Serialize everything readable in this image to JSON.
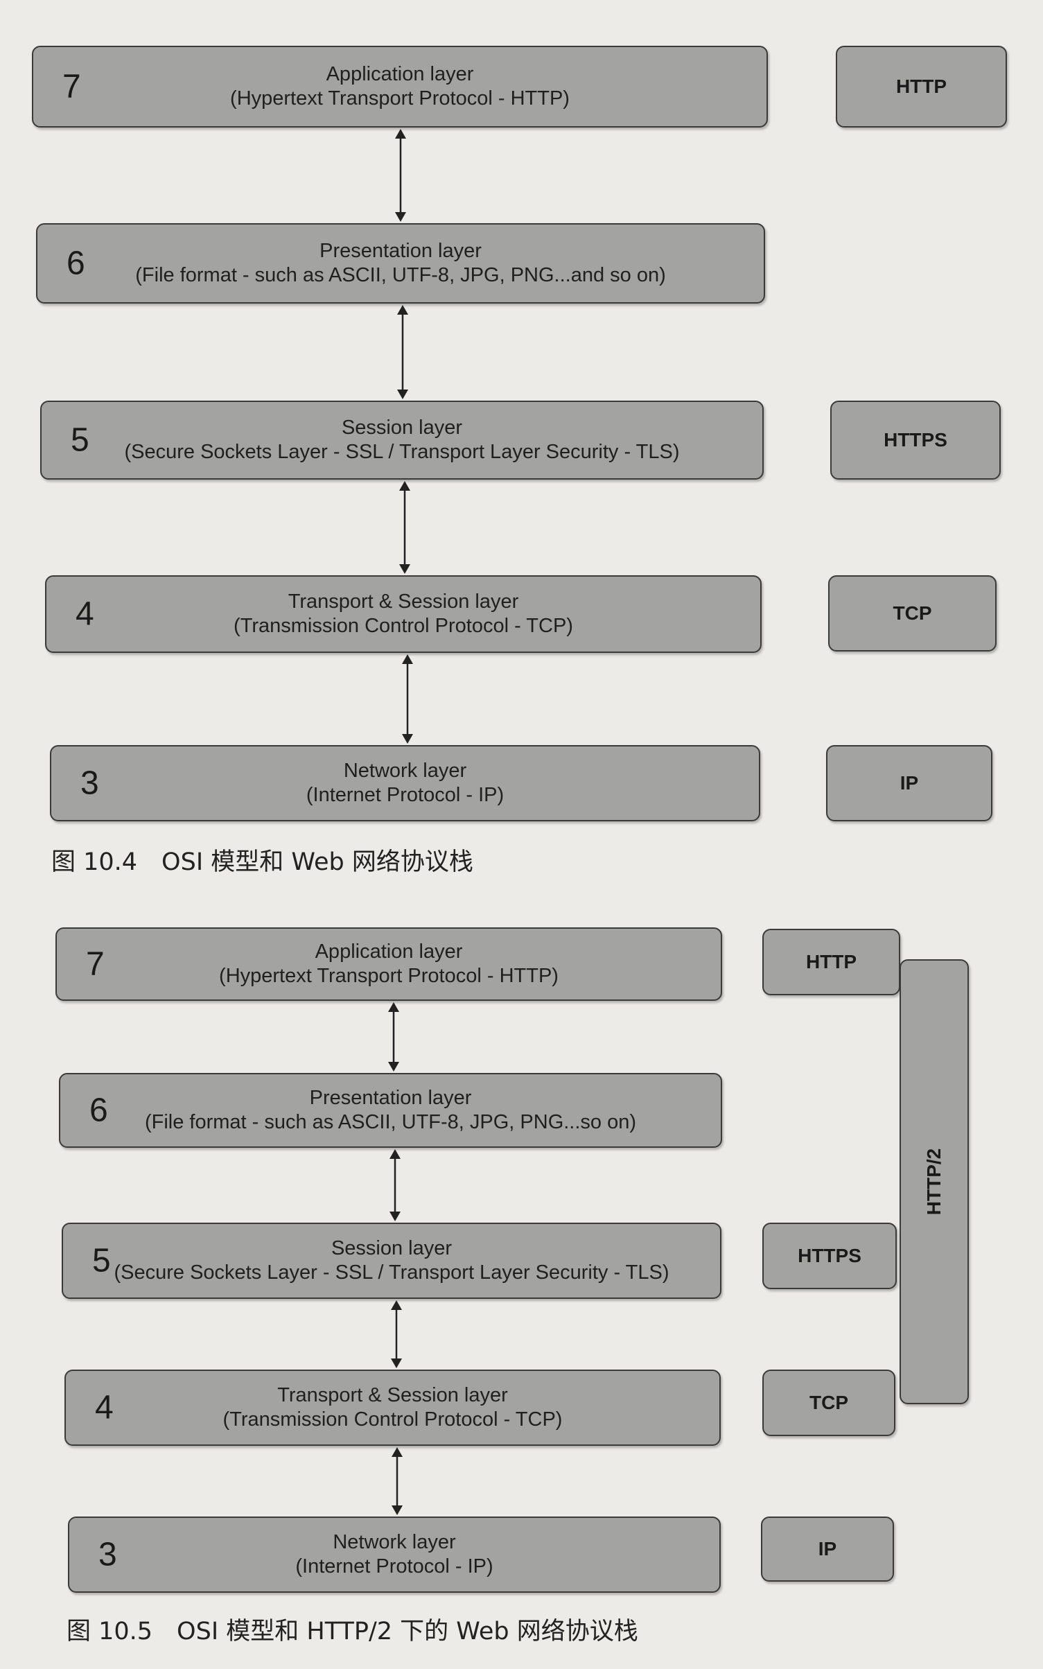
{
  "figure1": {
    "caption": "图 10.4　OSI 模型和 Web 网络协议栈",
    "layers": [
      {
        "number": "7",
        "name": "Application layer",
        "detail": "(Hypertext Transport Protocol - HTTP)"
      },
      {
        "number": "6",
        "name": "Presentation layer",
        "detail": "(File format - such as ASCII, UTF-8, JPG, PNG...and so on)"
      },
      {
        "number": "5",
        "name": "Session layer",
        "detail": "(Secure Sockets Layer - SSL / Transport Layer Security - TLS)"
      },
      {
        "number": "4",
        "name": "Transport & Session layer",
        "detail": "(Transmission Control Protocol - TCP)"
      },
      {
        "number": "3",
        "name": "Network layer",
        "detail": "(Internet Protocol - IP)"
      }
    ],
    "protocols": [
      "HTTP",
      "HTTPS",
      "TCP",
      "IP"
    ]
  },
  "figure2": {
    "caption": "图 10.5　OSI 模型和 HTTP/2 下的 Web 网络协议栈",
    "layers": [
      {
        "number": "7",
        "name": "Application layer",
        "detail": "(Hypertext Transport Protocol - HTTP)"
      },
      {
        "number": "6",
        "name": "Presentation layer",
        "detail": "(File format - such as ASCII, UTF-8, JPG, PNG...so on)"
      },
      {
        "number": "5",
        "name": "Session layer",
        "detail": "(Secure Sockets Layer - SSL / Transport Layer Security - TLS)"
      },
      {
        "number": "4",
        "name": "Transport & Session layer",
        "detail": "(Transmission Control Protocol - TCP)"
      },
      {
        "number": "3",
        "name": "Network layer",
        "detail": "(Internet Protocol - IP)"
      }
    ],
    "protocols": [
      "HTTP",
      "HTTPS",
      "TCP",
      "IP"
    ],
    "spanning_protocol": "HTTP/2"
  }
}
